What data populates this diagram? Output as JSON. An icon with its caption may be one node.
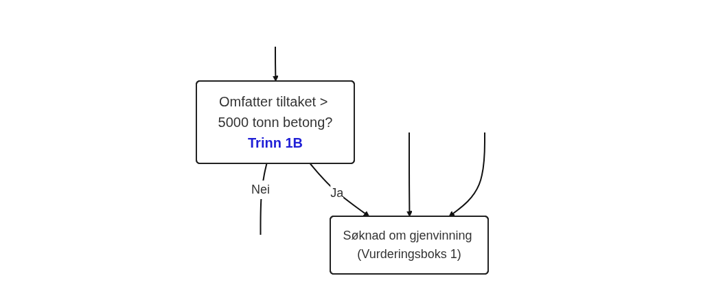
{
  "diagram": {
    "nodes": [
      {
        "text": [
          "Omfatter tiltaket > 5000 tonn betong?",
          "Trinn 1B"
        ]
      },
      {
        "text": [
          "Søknad om gjenvinning (Vurderingsboks 1)"
        ]
      }
    ],
    "edges": [
      {
        "from": null,
        "to": 0,
        "arrow": "to"
      },
      {
        "from": 0,
        "to": 1,
        "label": "Ja",
        "arrow": "to"
      },
      {
        "from": null,
        "to": 1,
        "arrow": "to"
      },
      {
        "from": null,
        "to": 1,
        "arrow": "to"
      },
      {
        "from": 0,
        "to": null,
        "label": "Nei",
        "arrow": "none"
      }
    ]
  }
}
